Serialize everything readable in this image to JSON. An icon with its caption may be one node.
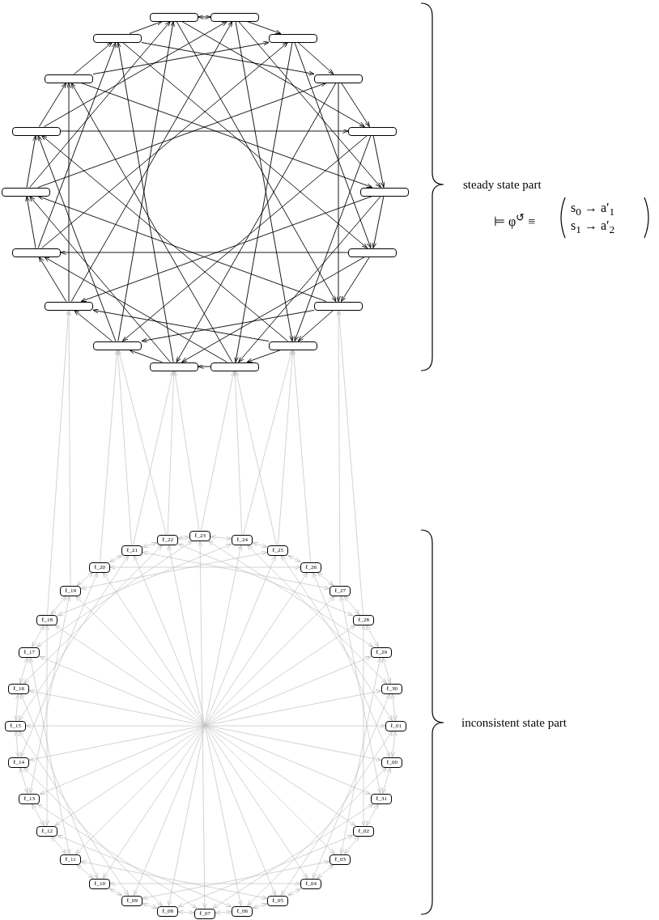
{
  "diagram": {
    "nodes": [
      {
        "text": [],
        "shape": "box"
      },
      {
        "text": [],
        "shape": "box"
      },
      {
        "text": [],
        "shape": "box"
      },
      {
        "text": [],
        "shape": "box"
      },
      {
        "text": [],
        "shape": "box"
      },
      {
        "text": [],
        "shape": "box"
      },
      {
        "text": [],
        "shape": "box"
      },
      {
        "text": [],
        "shape": "box"
      },
      {
        "text": [],
        "shape": "box"
      },
      {
        "text": [],
        "shape": "box"
      },
      {
        "text": [],
        "shape": "box"
      },
      {
        "text": [],
        "shape": "box"
      },
      {
        "text": [],
        "shape": "box"
      },
      {
        "text": [],
        "shape": "box"
      },
      {
        "text": [],
        "shape": "box"
      },
      {
        "text": [],
        "shape": "box"
      },
      {
        "text": [],
        "shape": "box"
      },
      {
        "text": [],
        "shape": "box"
      },
      {
        "text": [
          "ℓ_23"
        ]
      },
      {
        "text": [
          "ℓ_22"
        ]
      },
      {
        "text": [
          "ℓ_24"
        ]
      },
      {
        "text": [
          "ℓ_21"
        ]
      },
      {
        "text": [
          "ℓ_25"
        ]
      },
      {
        "text": [
          "ℓ_20"
        ]
      },
      {
        "text": [
          "ℓ_26"
        ]
      },
      {
        "text": [
          "ℓ_19"
        ]
      },
      {
        "text": [
          "ℓ_27"
        ]
      },
      {
        "text": [
          "ℓ_18"
        ]
      },
      {
        "text": [
          "ℓ_28"
        ]
      },
      {
        "text": [
          "ℓ_17"
        ]
      },
      {
        "text": [
          "ℓ_29"
        ]
      },
      {
        "text": [
          "ℓ_16"
        ]
      },
      {
        "text": [
          "ℓ_30"
        ]
      },
      {
        "text": [
          "ℓ_15"
        ]
      },
      {
        "text": [
          "ℓ_01"
        ]
      },
      {
        "text": [
          "ℓ_14"
        ]
      },
      {
        "text": [
          "ℓ_00"
        ]
      },
      {
        "text": [
          "ℓ_13"
        ]
      },
      {
        "text": [
          "ℓ_31"
        ]
      },
      {
        "text": [
          "ℓ_12"
        ]
      },
      {
        "text": [
          "ℓ_02"
        ]
      },
      {
        "text": [
          "ℓ_11"
        ]
      },
      {
        "text": [
          "ℓ_03"
        ]
      },
      {
        "text": [
          "ℓ_10"
        ]
      },
      {
        "text": [
          "ℓ_04"
        ]
      },
      {
        "text": [
          "ℓ_09"
        ]
      },
      {
        "text": [
          "ℓ_05"
        ]
      },
      {
        "text": [
          "ℓ_08"
        ]
      },
      {
        "text": [
          "ℓ_06"
        ]
      },
      {
        "text": [
          "ℓ_07"
        ]
      }
    ],
    "edges": [
      {
        "from": 0,
        "to": 1,
        "arrow": "both",
        "color": "#000000"
      },
      {
        "from": 0,
        "to": 7,
        "arrow": "to",
        "color": "#000000"
      },
      {
        "from": 0,
        "to": 13,
        "arrow": "to",
        "color": "#000000"
      },
      {
        "from": 1,
        "to": 3,
        "arrow": "to",
        "color": "#000000"
      },
      {
        "from": 1,
        "to": 9,
        "arrow": "to",
        "color": "#000000"
      },
      {
        "from": 1,
        "to": 15,
        "arrow": "to",
        "color": "#000000"
      },
      {
        "from": 3,
        "to": 5,
        "arrow": "to",
        "color": "#000000"
      },
      {
        "from": 3,
        "to": 11,
        "arrow": "to",
        "color": "#000000"
      },
      {
        "from": 3,
        "to": 17,
        "arrow": "to",
        "color": "#000000"
      },
      {
        "from": 5,
        "to": 7,
        "arrow": "to",
        "color": "#000000"
      },
      {
        "from": 5,
        "to": 13,
        "arrow": "to",
        "color": "#000000"
      },
      {
        "from": 5,
        "to": 16,
        "arrow": "to",
        "color": "#000000"
      },
      {
        "from": 7,
        "to": 9,
        "arrow": "to",
        "color": "#000000"
      },
      {
        "from": 7,
        "to": 15,
        "arrow": "to",
        "color": "#000000"
      },
      {
        "from": 7,
        "to": 14,
        "arrow": "to",
        "color": "#000000"
      },
      {
        "from": 9,
        "to": 11,
        "arrow": "to",
        "color": "#000000"
      },
      {
        "from": 9,
        "to": 17,
        "arrow": "to",
        "color": "#000000"
      },
      {
        "from": 9,
        "to": 12,
        "arrow": "to",
        "color": "#000000"
      },
      {
        "from": 11,
        "to": 13,
        "arrow": "to",
        "color": "#000000"
      },
      {
        "from": 11,
        "to": 16,
        "arrow": "to",
        "color": "#000000"
      },
      {
        "from": 11,
        "to": 10,
        "arrow": "to",
        "color": "#000000"
      },
      {
        "from": 13,
        "to": 15,
        "arrow": "to",
        "color": "#000000"
      },
      {
        "from": 13,
        "to": 14,
        "arrow": "to",
        "color": "#000000"
      },
      {
        "from": 13,
        "to": 8,
        "arrow": "to",
        "color": "#000000"
      },
      {
        "from": 15,
        "to": 17,
        "arrow": "to",
        "color": "#000000"
      },
      {
        "from": 15,
        "to": 12,
        "arrow": "to",
        "color": "#000000"
      },
      {
        "from": 15,
        "to": 6,
        "arrow": "to",
        "color": "#000000"
      },
      {
        "from": 17,
        "to": 16,
        "arrow": "to",
        "color": "#000000"
      },
      {
        "from": 17,
        "to": 10,
        "arrow": "to",
        "color": "#000000"
      },
      {
        "from": 17,
        "to": 4,
        "arrow": "to",
        "color": "#000000"
      },
      {
        "from": 16,
        "to": 14,
        "arrow": "to",
        "color": "#000000"
      },
      {
        "from": 16,
        "to": 8,
        "arrow": "to",
        "color": "#000000"
      },
      {
        "from": 16,
        "to": 2,
        "arrow": "to",
        "color": "#000000"
      },
      {
        "from": 14,
        "to": 12,
        "arrow": "to",
        "color": "#000000"
      },
      {
        "from": 14,
        "to": 6,
        "arrow": "to",
        "color": "#000000"
      },
      {
        "from": 14,
        "to": 0,
        "arrow": "to",
        "color": "#000000"
      },
      {
        "from": 12,
        "to": 10,
        "arrow": "to",
        "color": "#000000"
      },
      {
        "from": 12,
        "to": 4,
        "arrow": "to",
        "color": "#000000"
      },
      {
        "from": 12,
        "to": 1,
        "arrow": "to",
        "color": "#000000"
      },
      {
        "from": 10,
        "to": 8,
        "arrow": "to",
        "color": "#000000"
      },
      {
        "from": 10,
        "to": 2,
        "arrow": "to",
        "color": "#000000"
      },
      {
        "from": 10,
        "to": 3,
        "arrow": "to",
        "color": "#000000"
      },
      {
        "from": 8,
        "to": 6,
        "arrow": "to",
        "color": "#000000"
      },
      {
        "from": 8,
        "to": 0,
        "arrow": "to",
        "color": "#000000"
      },
      {
        "from": 8,
        "to": 5,
        "arrow": "to",
        "color": "#000000"
      },
      {
        "from": 6,
        "to": 4,
        "arrow": "to",
        "color": "#000000"
      },
      {
        "from": 6,
        "to": 1,
        "arrow": "to",
        "color": "#000000"
      },
      {
        "from": 6,
        "to": 7,
        "arrow": "to",
        "color": "#000000"
      },
      {
        "from": 4,
        "to": 2,
        "arrow": "to",
        "color": "#000000"
      },
      {
        "from": 4,
        "to": 3,
        "arrow": "to",
        "color": "#000000"
      },
      {
        "from": 4,
        "to": 9,
        "arrow": "to",
        "color": "#000000"
      },
      {
        "from": 2,
        "to": 0,
        "arrow": "to",
        "color": "#000000"
      },
      {
        "from": 2,
        "to": 5,
        "arrow": "to",
        "color": "#000000"
      },
      {
        "from": 2,
        "to": 11,
        "arrow": "to",
        "color": "#000000"
      },
      {
        "from": 18,
        "to": 16,
        "arrow": "to"
      },
      {
        "from": 18,
        "to": 17,
        "arrow": "to"
      },
      {
        "from": 19,
        "to": 16,
        "arrow": "to"
      },
      {
        "from": 19,
        "to": 14,
        "arrow": "to"
      },
      {
        "from": 20,
        "to": 17,
        "arrow": "to"
      },
      {
        "from": 20,
        "to": 15,
        "arrow": "to"
      },
      {
        "from": 21,
        "to": 14,
        "arrow": "to"
      },
      {
        "from": 21,
        "to": 16,
        "arrow": "to"
      },
      {
        "from": 22,
        "to": 15,
        "arrow": "to"
      },
      {
        "from": 22,
        "to": 17,
        "arrow": "to"
      },
      {
        "from": 23,
        "to": 14,
        "arrow": "to"
      },
      {
        "from": 24,
        "to": 15,
        "arrow": "to"
      },
      {
        "from": 25,
        "to": 12,
        "arrow": "to"
      },
      {
        "from": 26,
        "to": 13,
        "arrow": "to"
      },
      {
        "from": 27,
        "to": 12,
        "arrow": "to"
      },
      {
        "from": 28,
        "to": 13,
        "arrow": "to"
      },
      {
        "from": 18,
        "to": 20,
        "arrow": "both"
      },
      {
        "from": 20,
        "to": 22,
        "arrow": "both"
      },
      {
        "from": 22,
        "to": 24,
        "arrow": "both"
      },
      {
        "from": 24,
        "to": 26,
        "arrow": "both"
      },
      {
        "from": 26,
        "to": 28,
        "arrow": "both"
      },
      {
        "from": 28,
        "to": 30,
        "arrow": "both"
      },
      {
        "from": 30,
        "to": 32,
        "arrow": "both"
      },
      {
        "from": 32,
        "to": 34,
        "arrow": "both"
      },
      {
        "from": 34,
        "to": 36,
        "arrow": "both"
      },
      {
        "from": 36,
        "to": 38,
        "arrow": "both"
      },
      {
        "from": 38,
        "to": 40,
        "arrow": "both"
      },
      {
        "from": 40,
        "to": 42,
        "arrow": "both"
      },
      {
        "from": 42,
        "to": 44,
        "arrow": "both"
      },
      {
        "from": 44,
        "to": 46,
        "arrow": "both"
      },
      {
        "from": 46,
        "to": 48,
        "arrow": "both"
      },
      {
        "from": 48,
        "to": 49,
        "arrow": "both"
      },
      {
        "from": 49,
        "to": 47,
        "arrow": "both"
      },
      {
        "from": 47,
        "to": 45,
        "arrow": "both"
      },
      {
        "from": 45,
        "to": 43,
        "arrow": "both"
      },
      {
        "from": 43,
        "to": 41,
        "arrow": "both"
      },
      {
        "from": 41,
        "to": 39,
        "arrow": "both"
      },
      {
        "from": 39,
        "to": 37,
        "arrow": "both"
      },
      {
        "from": 37,
        "to": 35,
        "arrow": "both"
      },
      {
        "from": 35,
        "to": 33,
        "arrow": "both"
      },
      {
        "from": 33,
        "to": 31,
        "arrow": "both"
      },
      {
        "from": 31,
        "to": 29,
        "arrow": "both"
      },
      {
        "from": 29,
        "to": 27,
        "arrow": "both"
      },
      {
        "from": 27,
        "to": 25,
        "arrow": "both"
      },
      {
        "from": 25,
        "to": 23,
        "arrow": "both"
      },
      {
        "from": 23,
        "to": 21,
        "arrow": "both"
      },
      {
        "from": 21,
        "to": 19,
        "arrow": "both"
      },
      {
        "from": 19,
        "to": 18,
        "arrow": "both"
      },
      {
        "from": 18,
        "to": 49,
        "arrow": "both"
      },
      {
        "from": 20,
        "to": 47,
        "arrow": "both"
      },
      {
        "from": 22,
        "to": 45,
        "arrow": "both"
      },
      {
        "from": 24,
        "to": 43,
        "arrow": "both"
      },
      {
        "from": 26,
        "to": 41,
        "arrow": "both"
      },
      {
        "from": 28,
        "to": 39,
        "arrow": "both"
      },
      {
        "from": 30,
        "to": 37,
        "arrow": "both"
      },
      {
        "from": 32,
        "to": 35,
        "arrow": "both"
      },
      {
        "from": 34,
        "to": 33,
        "arrow": "both"
      },
      {
        "from": 36,
        "to": 31,
        "arrow": "both"
      },
      {
        "from": 38,
        "to": 29,
        "arrow": "both"
      },
      {
        "from": 40,
        "to": 27,
        "arrow": "both"
      },
      {
        "from": 42,
        "to": 25,
        "arrow": "both"
      },
      {
        "from": 44,
        "to": 23,
        "arrow": "both"
      },
      {
        "from": 46,
        "to": 21,
        "arrow": "both"
      },
      {
        "from": 48,
        "to": 19,
        "arrow": "both"
      },
      {
        "from": 18,
        "to": 30,
        "arrow": "both"
      },
      {
        "from": 20,
        "to": 32,
        "arrow": "both"
      },
      {
        "from": 22,
        "to": 34,
        "arrow": "both"
      },
      {
        "from": 24,
        "to": 36,
        "arrow": "both"
      },
      {
        "from": 26,
        "to": 38,
        "arrow": "both"
      },
      {
        "from": 28,
        "to": 40,
        "arrow": "both"
      },
      {
        "from": 30,
        "to": 42,
        "arrow": "both"
      },
      {
        "from": 32,
        "to": 44,
        "arrow": "both"
      },
      {
        "from": 34,
        "to": 46,
        "arrow": "both"
      },
      {
        "from": 36,
        "to": 48,
        "arrow": "both"
      },
      {
        "from": 38,
        "to": 49,
        "arrow": "both"
      },
      {
        "from": 40,
        "to": 47,
        "arrow": "both"
      },
      {
        "from": 42,
        "to": 45,
        "arrow": "both"
      },
      {
        "from": 44,
        "to": 43,
        "arrow": "both"
      },
      {
        "from": 46,
        "to": 41,
        "arrow": "both"
      },
      {
        "from": 48,
        "to": 39,
        "arrow": "both"
      },
      {
        "from": 49,
        "to": 37,
        "arrow": "both"
      },
      {
        "from": 47,
        "to": 35,
        "arrow": "both"
      },
      {
        "from": 45,
        "to": 33,
        "arrow": "both"
      },
      {
        "from": 43,
        "to": 31,
        "arrow": "both"
      },
      {
        "from": 41,
        "to": 29,
        "arrow": "both"
      },
      {
        "from": 39,
        "to": 27,
        "arrow": "both"
      },
      {
        "from": 37,
        "to": 25,
        "arrow": "both"
      },
      {
        "from": 35,
        "to": 23,
        "arrow": "both"
      },
      {
        "from": 33,
        "to": 21,
        "arrow": "both"
      },
      {
        "from": 31,
        "to": 19,
        "arrow": "both"
      },
      {
        "from": 29,
        "to": 18,
        "arrow": "both"
      },
      {
        "from": 27,
        "to": 20,
        "arrow": "both"
      },
      {
        "from": 25,
        "to": 22,
        "arrow": "both"
      },
      {
        "from": 23,
        "to": 24,
        "arrow": "both"
      },
      {
        "from": 21,
        "to": 26,
        "arrow": "both"
      },
      {
        "from": 19,
        "to": 28,
        "arrow": "both"
      }
    ],
    "labels": [
      "steady state part",
      "⊨ φ$^{↺}$ ≡",
      "s$_{0}$ → a′$_{1}$",
      "s$_{1}$ → a′$_{2}$",
      "inconsistent state part"
    ]
  }
}
